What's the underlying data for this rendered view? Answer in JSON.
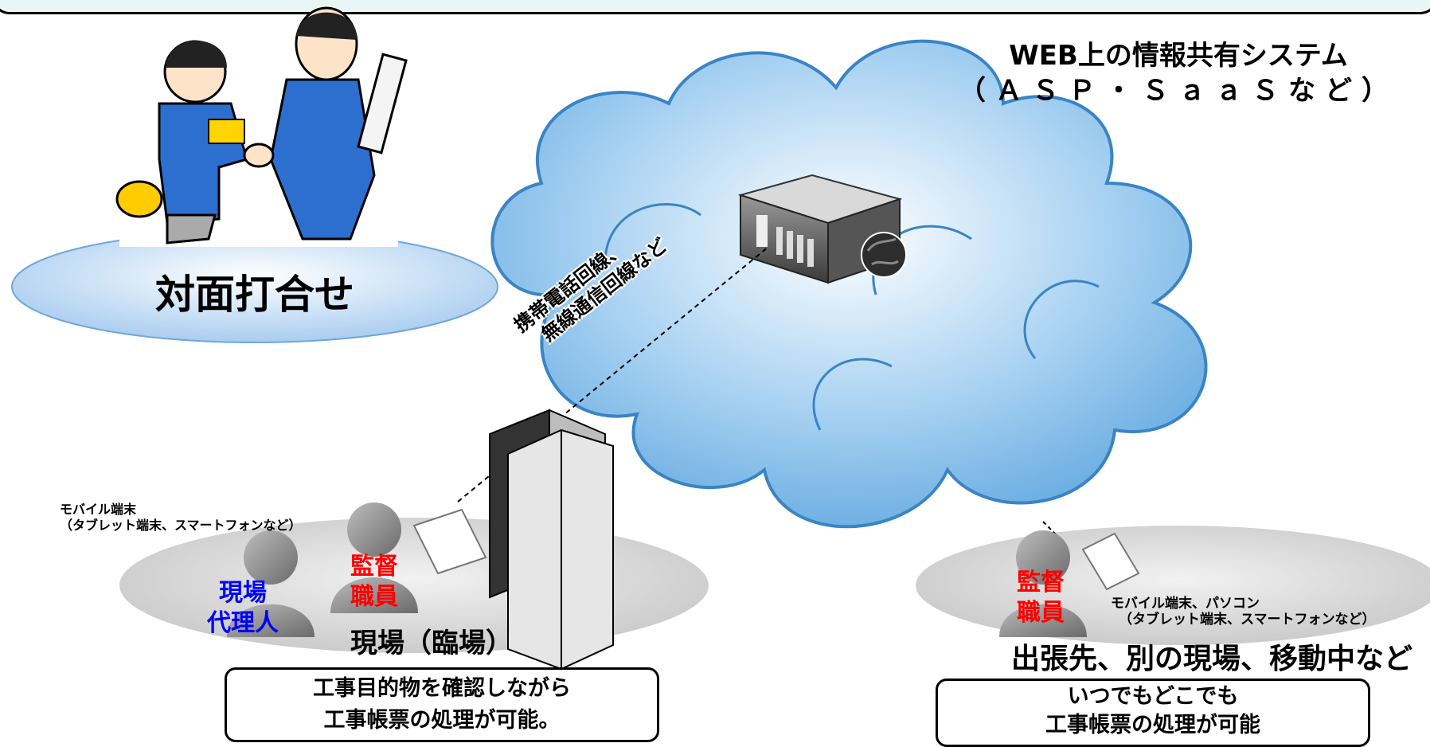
{
  "cloud_title": {
    "line1": "WEB上の情報共有システム",
    "line2": "（ＡＳＰ・ＳａａＳなど）"
  },
  "meeting": {
    "label": "対面打合せ"
  },
  "connection": {
    "line1": "携帯電話回線、",
    "line2": "無線通信回線など"
  },
  "site": {
    "device_line1": "モバイル端末",
    "device_line2": "（タブレット端末、スマートフォンなど）",
    "agent_role": "現場代理人",
    "agent_role_l1": "現場",
    "agent_role_l2": "代理人",
    "inspector_l1": "監督",
    "inspector_l2": "職員",
    "label": "現場（臨場）",
    "note_line1": "工事目的物を確認しながら",
    "note_line2": "工事帳票の処理が可能。"
  },
  "remote": {
    "device_line1": "モバイル端末、パソコン",
    "device_line2": "（タブレット端末、スマートフォンなど）",
    "inspector_l1": "監督",
    "inspector_l2": "職員",
    "label": "出張先、別の現場、移動中など",
    "note_line1": "いつでもどこでも",
    "note_line2": "工事帳票の処理が可能"
  },
  "colors": {
    "cloud": "#8ec4ea",
    "cloud_edge": "#3a84c4",
    "ellipse": "#dddddd",
    "meeting_ellipse": "#b9d8f5",
    "red": "#ff0000",
    "blue": "#0000ff"
  }
}
